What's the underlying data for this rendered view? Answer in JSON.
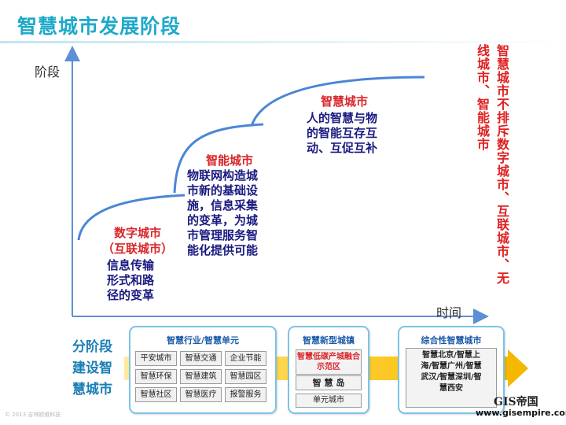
{
  "header": {
    "title": "智慧城市发展阶段"
  },
  "axes": {
    "y_label": "阶段",
    "x_label": "时间"
  },
  "stages": [
    {
      "name_line1": "数字城市",
      "name_line2": "（互联城市）",
      "desc": [
        "信息传输",
        "形式和路",
        "径的变革"
      ]
    },
    {
      "name": "智能城市",
      "desc": [
        "物联网构造城",
        "市新的基础设",
        "施，信息采集",
        "的变革，为城",
        "市管理服务智",
        "能化提供可能"
      ]
    },
    {
      "name": "智慧城市",
      "desc": [
        "人的智慧与物",
        "的智能互存互",
        "动、互促互补"
      ]
    }
  ],
  "vertical_note": {
    "col1": "智慧城市不排斥数字城市、互联城市、无",
    "col2": "线城市、智能城市"
  },
  "phase_label": "分阶段建设智慧城市",
  "panels": [
    {
      "title": "智慧行业/智慧单元",
      "cells": [
        "平安城市",
        "智慧交通",
        "企业节能",
        "智慧环保",
        "智慧建筑",
        "智慧园区",
        "智慧社区",
        "智慧医疗",
        "报警服务"
      ]
    },
    {
      "title": "智慧新型城镇",
      "items": [
        "智慧低碳产城融合示范区",
        "智 慧 岛",
        "单元城市"
      ]
    },
    {
      "title": "综合性智慧城市",
      "text": [
        "智慧北京/智慧上",
        "海/智慧广州/智慧",
        "武汉/智慧深圳/智",
        "慧西安"
      ]
    }
  ],
  "footer": {
    "copyright": "© 2013 吉林欧维科技",
    "logo": "GIS帝国",
    "url": "www.gisempire.com"
  },
  "colors": {
    "title": "#1ea9c9",
    "stage_name": "#d9262a",
    "stage_desc": "#1a1a80",
    "note": "#e02020",
    "axis": "#5b8fd6"
  }
}
